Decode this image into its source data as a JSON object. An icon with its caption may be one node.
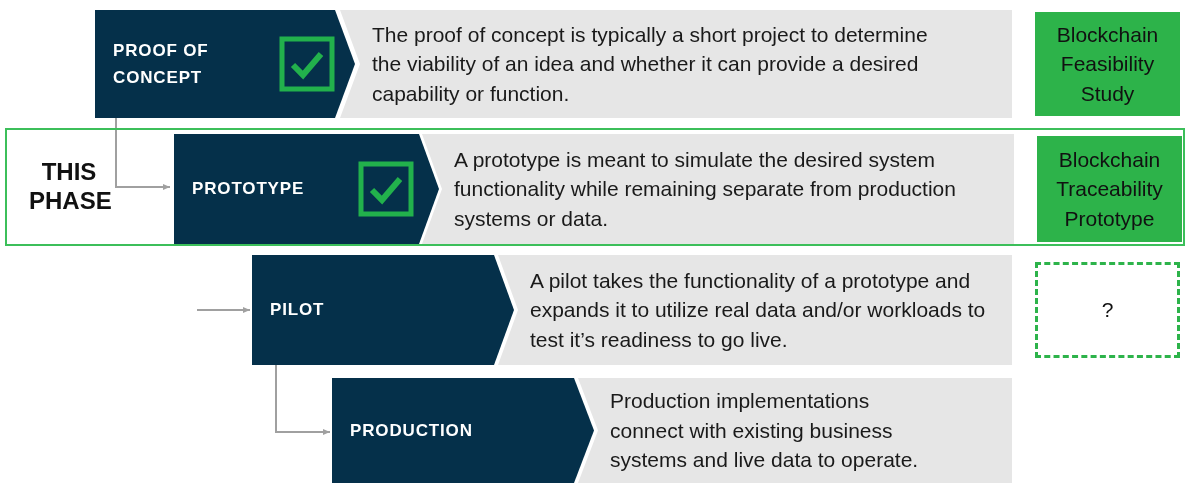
{
  "diagram": {
    "nodes": [
      {
        "text": [
          "PROOF OF CONCEPT"
        ]
      },
      {
        "text": [
          "The proof of concept is typically a short project to determine the viability of an idea and whether it can provide a desired capability or function."
        ]
      },
      {
        "text": [
          "Blockchain Feasibility Study"
        ]
      },
      {
        "text": [
          "THIS PHASE"
        ]
      },
      {
        "text": [
          "PROTOTYPE"
        ],
        "in": 3
      },
      {
        "text": [
          "A prototype is meant to simulate the desired system functionality while remaining separate from production systems or data."
        ],
        "in": 3
      },
      {
        "text": [
          "Blockchain Traceability Prototype"
        ],
        "in": 3
      },
      {
        "text": [
          "PILOT"
        ]
      },
      {
        "text": [
          "A pilot takes the functionality of a prototype and expands it to utilize real data and/or workloads to test it’s readiness to go live."
        ]
      },
      {
        "text": [
          "?"
        ]
      },
      {
        "text": [
          "PRODUCTION"
        ]
      },
      {
        "text": [
          "Production implementations connect with existing business systems and live data to operate."
        ]
      }
    ],
    "edges": [
      {
        "from": 0,
        "to": 4,
        "arrow": "to"
      },
      {
        "from": null,
        "to": 7,
        "arrow": "to"
      },
      {
        "from": 7,
        "to": 10,
        "arrow": "to"
      }
    ]
  }
}
